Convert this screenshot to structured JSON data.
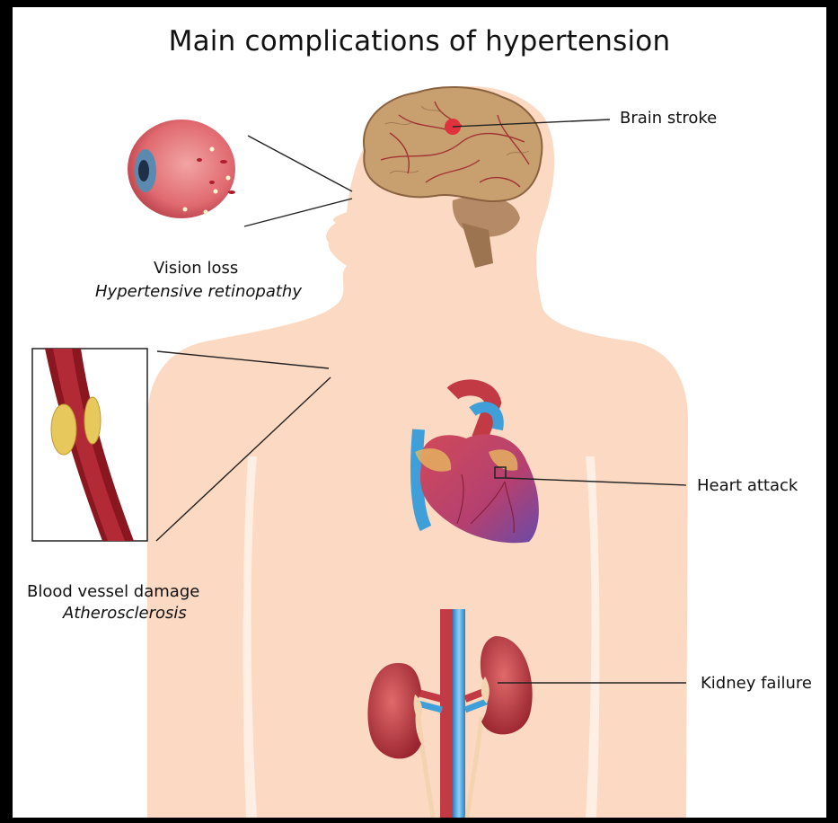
{
  "title": "Main complications of hypertension",
  "labels": {
    "brain": "Brain stroke",
    "heart": "Heart attack",
    "kidney": "Kidney failure",
    "vision": "Vision loss",
    "vision_sub": "Hypertensive retinopathy",
    "vessel": "Blood vessel damage",
    "vessel_sub": "Atherosclerosis"
  },
  "colors": {
    "skin": "#fcd9c2",
    "brain": "#c8a070",
    "vessel_red": "#8a1620",
    "plaque": "#e6c85c",
    "kidney": "#b8363c",
    "artery_blue": "#3f9fd8",
    "heart_purple": "#7a4aa0"
  }
}
